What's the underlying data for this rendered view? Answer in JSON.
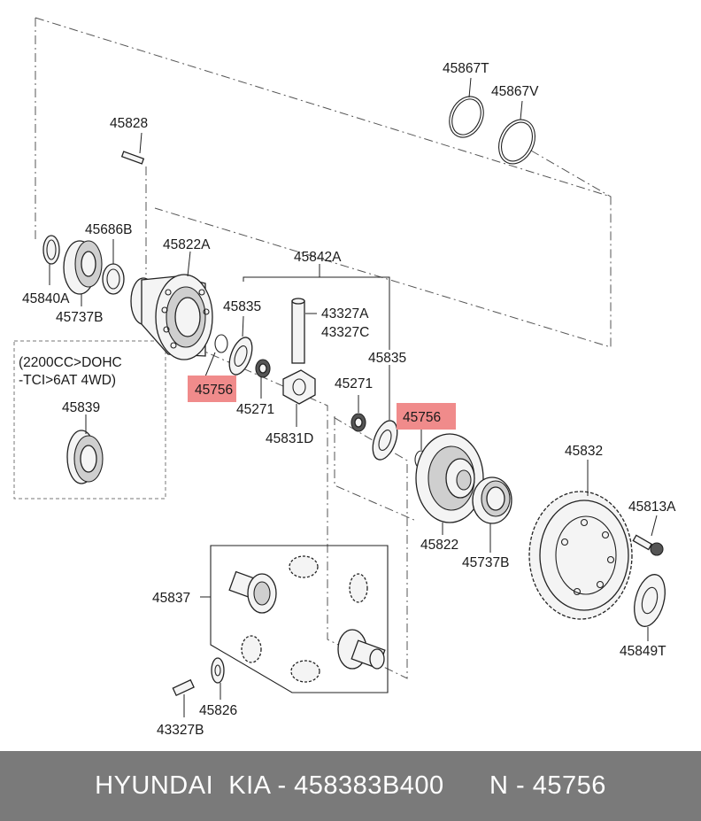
{
  "labels": {
    "p45867T": "45867T",
    "p45867V": "45867V",
    "p45828": "45828",
    "p45686B": "45686B",
    "p45822A": "45822A",
    "p45842A": "45842A",
    "p45840A": "45840A",
    "p45737B_top": "45737B",
    "p45835_left": "45835",
    "p43327A": "43327A",
    "p43327C": "43327C",
    "p45835_right": "45835",
    "p45756_left": "45756",
    "p45271_left": "45271",
    "p45271_right": "45271",
    "p45756_right": "45756",
    "p45831D": "45831D",
    "p45839": "45839",
    "p45832": "45832",
    "p45813A": "45813A",
    "p45822": "45822",
    "p45737B_bottom": "45737B",
    "p45837": "45837",
    "p45849T": "45849T",
    "p45826": "45826",
    "p43327B": "43327B"
  },
  "variant_note": {
    "line1": "(2200CC>DOHC",
    "line2": "-TCI>6AT 4WD)"
  },
  "colors": {
    "highlight": "#f08b8b",
    "footer_bg": "#7a7a7a"
  },
  "footer": {
    "brand": "HYUNDAI  KIA - 458383B400",
    "part_no": "N - 45756"
  }
}
